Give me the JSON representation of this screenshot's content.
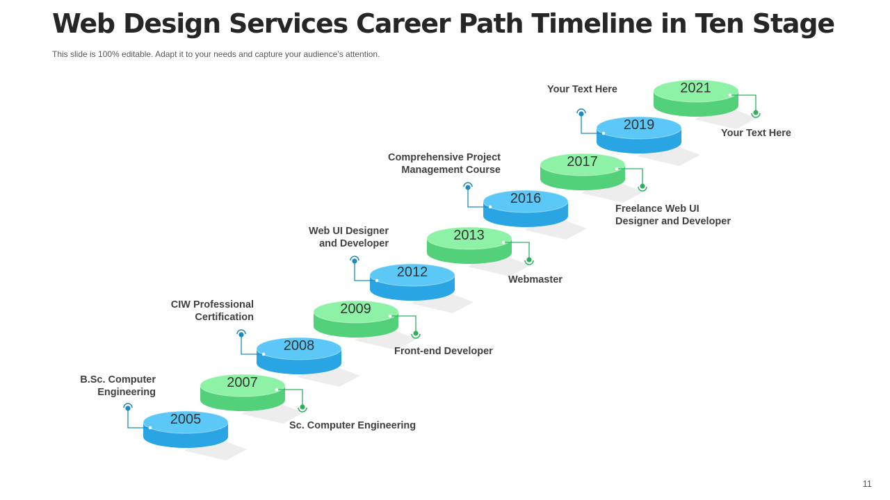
{
  "slide": {
    "title": "Web Design Services Career Path Timeline in Ten Stage",
    "subtitle": "This slide is 100% editable. Adapt it to your needs and capture your audience’s attention.",
    "page_number": "11"
  },
  "colors": {
    "blue_top": "#5cc8f7",
    "blue_side": "#2aa5e4",
    "green_top": "#8ef2a6",
    "green_side": "#53d07a",
    "blue_pin": "#1b8ac0",
    "green_pin": "#2faf5e"
  },
  "stages": [
    {
      "year": "2005",
      "color": "blue",
      "label_lines": [
        "B.Sc. Computer",
        "Engineering"
      ]
    },
    {
      "year": "2007",
      "color": "green",
      "label_lines": [
        "Sc. Computer Engineering"
      ]
    },
    {
      "year": "2008",
      "color": "blue",
      "label_lines": [
        "CIW Professional",
        "Certification"
      ]
    },
    {
      "year": "2009",
      "color": "green",
      "label_lines": [
        "Front-end Developer"
      ]
    },
    {
      "year": "2012",
      "color": "blue",
      "label_lines": [
        "Web UI Designer",
        "and Developer"
      ]
    },
    {
      "year": "2013",
      "color": "green",
      "label_lines": [
        "Webmaster"
      ]
    },
    {
      "year": "2016",
      "color": "blue",
      "label_lines": [
        "Comprehensive Project",
        "Management Course"
      ]
    },
    {
      "year": "2017",
      "color": "green",
      "label_lines": [
        "Freelance Web UI",
        "Designer and Developer"
      ]
    },
    {
      "year": "2019",
      "color": "blue",
      "label_lines": [
        "Your Text Here"
      ]
    },
    {
      "year": "2021",
      "color": "green",
      "label_lines": [
        "Your Text Here"
      ]
    }
  ]
}
